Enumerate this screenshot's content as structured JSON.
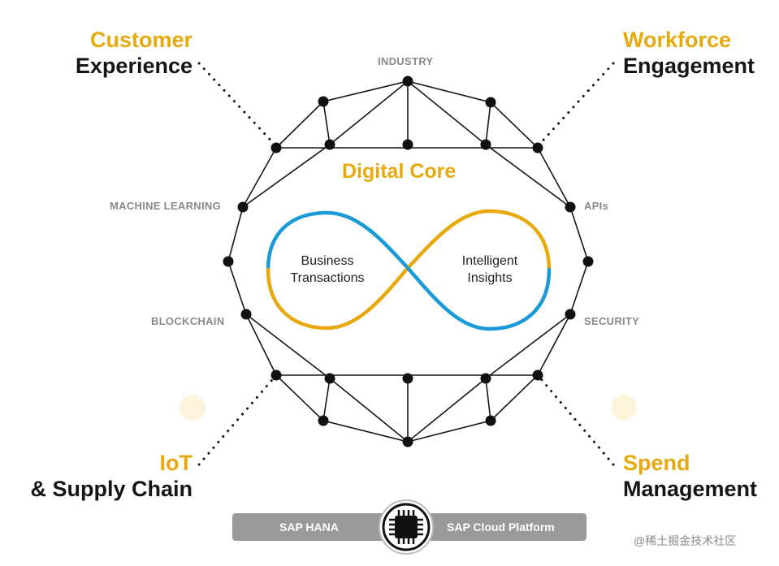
{
  "corners": {
    "top_left": {
      "highlight": "Customer",
      "dark": "Experience"
    },
    "top_right": {
      "highlight": "Workforce",
      "dark": "Engagement"
    },
    "bottom_left": {
      "highlight": "IoT",
      "dark": "& Supply Chain"
    },
    "bottom_right": {
      "highlight": "Spend",
      "dark": "Management"
    }
  },
  "node_labels": {
    "top": "INDUSTRY",
    "upper_left": "MACHINE LEARNING",
    "upper_right": "APIs",
    "lower_left": "BLOCKCHAIN",
    "lower_right": "SECURITY"
  },
  "core": {
    "title": "Digital Core",
    "left_loop": "Business\nTransactions",
    "right_loop": "Intelligent\nInsights"
  },
  "platform_bar": {
    "left_label": "SAP HANA",
    "right_label": "SAP Cloud Platform",
    "center_icon": "chip-icon"
  },
  "watermark": "@稀土掘金技术社区",
  "colors": {
    "accent_yellow": "#e8a90f",
    "accent_blue": "#1a9ad6",
    "dark": "#151515",
    "bar_gray": "#9a9a9a"
  }
}
